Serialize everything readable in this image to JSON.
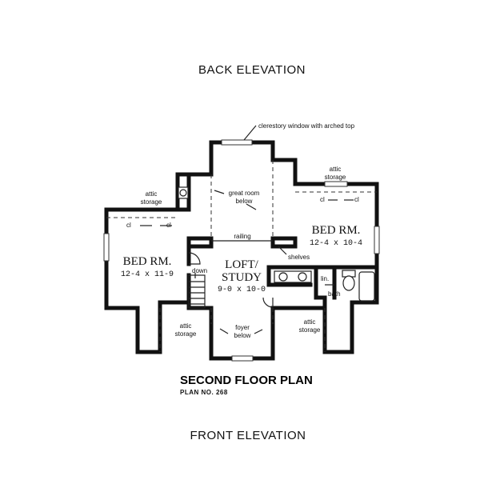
{
  "labels": {
    "back_elevation": "BACK ELEVATION",
    "front_elevation": "FRONT ELEVATION",
    "plan_title": "SECOND FLOOR PLAN",
    "plan_number": "PLAN NO. 268"
  },
  "rooms": {
    "bed_left": {
      "name": "BED RM.",
      "dimensions": "12-4 x 11-9"
    },
    "bed_right": {
      "name": "BED RM.",
      "dimensions": "12-4 x 10-4"
    },
    "loft": {
      "name_line1": "LOFT/",
      "name_line2": "STUDY",
      "dimensions": "9-0 x 10-0"
    }
  },
  "notes": {
    "clerestory": "clerestory window with arched top",
    "great_room_1": "great room",
    "great_room_2": "below",
    "railing": "railing",
    "shelves": "shelves",
    "down": "down",
    "linen": "lin.",
    "bath": "bath",
    "foyer_1": "foyer",
    "foyer_2": "below",
    "attic_1": "attic",
    "attic_2": "storage",
    "closet": "cl"
  }
}
